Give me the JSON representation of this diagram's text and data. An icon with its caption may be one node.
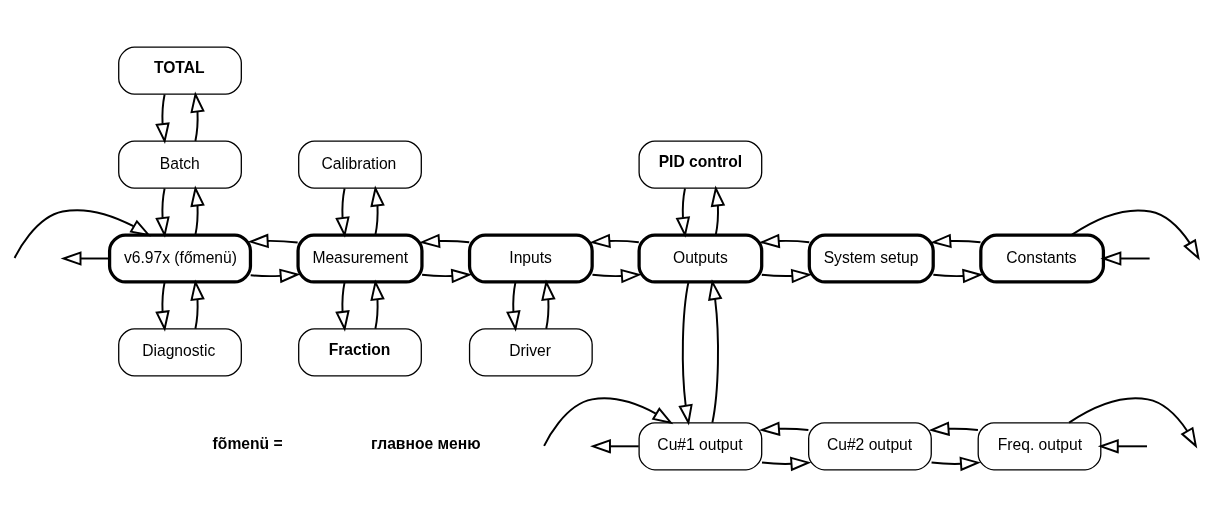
{
  "diagram": {
    "nodes": [
      {
        "text": [
          "TOTAL"
        ]
      },
      {
        "text": [
          "Batch"
        ]
      },
      {
        "text": [
          "Calibration"
        ]
      },
      {
        "text": [
          "PID control"
        ]
      },
      {
        "text": [
          "v6.97x (főmenü)"
        ]
      },
      {
        "text": [
          "Measurement"
        ]
      },
      {
        "text": [
          "Inputs"
        ]
      },
      {
        "text": [
          "Outputs"
        ]
      },
      {
        "text": [
          "System setup"
        ]
      },
      {
        "text": [
          "Constants"
        ]
      },
      {
        "text": [
          "Diagnostic"
        ]
      },
      {
        "text": [
          "Fraction"
        ]
      },
      {
        "text": [
          "Driver"
        ]
      },
      {
        "text": [
          "Cu#1 output"
        ]
      },
      {
        "text": [
          "Cu#2 output"
        ]
      },
      {
        "text": [
          "Freq. output"
        ]
      }
    ],
    "edges": [
      {
        "from": 1,
        "to": 0,
        "arrow": "to"
      },
      {
        "from": 0,
        "to": 1,
        "arrow": "to"
      },
      {
        "from": 4,
        "to": 1,
        "arrow": "to"
      },
      {
        "from": 1,
        "to": 4,
        "arrow": "to"
      },
      {
        "from": 5,
        "to": 2,
        "arrow": "to"
      },
      {
        "from": 2,
        "to": 5,
        "arrow": "to"
      },
      {
        "from": 7,
        "to": 3,
        "arrow": "to"
      },
      {
        "from": 3,
        "to": 7,
        "arrow": "to"
      },
      {
        "from": null,
        "to": 4,
        "arrow": "to"
      },
      {
        "from": 4,
        "to": null,
        "arrow": "to"
      },
      {
        "from": 4,
        "to": 5,
        "arrow": "to"
      },
      {
        "from": 5,
        "to": 4,
        "arrow": "to"
      },
      {
        "from": 5,
        "to": 6,
        "arrow": "to"
      },
      {
        "from": 6,
        "to": 5,
        "arrow": "to"
      },
      {
        "from": 6,
        "to": 7,
        "arrow": "to"
      },
      {
        "from": 7,
        "to": 6,
        "arrow": "to"
      },
      {
        "from": 7,
        "to": 8,
        "arrow": "to"
      },
      {
        "from": 8,
        "to": 7,
        "arrow": "to"
      },
      {
        "from": 8,
        "to": 9,
        "arrow": "to"
      },
      {
        "from": 9,
        "to": 8,
        "arrow": "to"
      },
      {
        "from": 9,
        "to": null,
        "arrow": "to"
      },
      {
        "from": null,
        "to": 9,
        "arrow": "to"
      },
      {
        "from": 10,
        "to": 4,
        "arrow": "to"
      },
      {
        "from": 4,
        "to": 10,
        "arrow": "to"
      },
      {
        "from": 11,
        "to": 5,
        "arrow": "to"
      },
      {
        "from": 5,
        "to": 11,
        "arrow": "to"
      },
      {
        "from": 6,
        "to": 12,
        "arrow": "to"
      },
      {
        "from": 12,
        "to": 6,
        "arrow": "to"
      },
      {
        "from": 7,
        "to": 13,
        "arrow": "to"
      },
      {
        "from": 13,
        "to": 7,
        "arrow": "to"
      },
      {
        "from": null,
        "to": 13,
        "arrow": "to"
      },
      {
        "from": 13,
        "to": null,
        "arrow": "to"
      },
      {
        "from": 13,
        "to": 14,
        "arrow": "to"
      },
      {
        "from": 14,
        "to": 13,
        "arrow": "to"
      },
      {
        "from": 14,
        "to": 15,
        "arrow": "to"
      },
      {
        "from": 15,
        "to": 14,
        "arrow": "to"
      },
      {
        "from": 15,
        "to": null,
        "arrow": "to"
      },
      {
        "from": null,
        "to": 15,
        "arrow": "to"
      }
    ],
    "labels": [
      "fõmenü =",
      "главное меню"
    ]
  }
}
